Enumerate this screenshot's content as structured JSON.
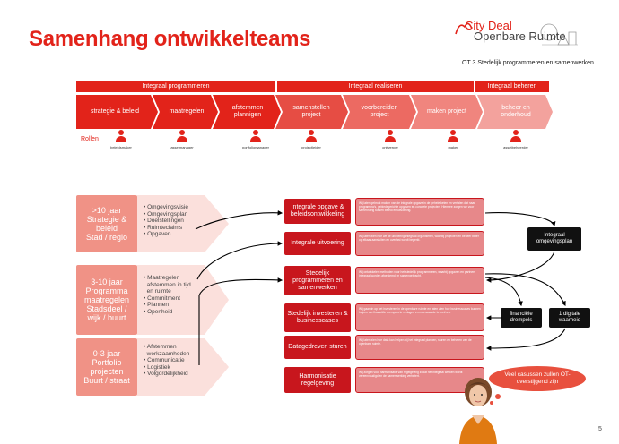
{
  "title": "Samenhang ontwikkelteams",
  "logo": {
    "line1": "City Deal",
    "line2": "Openbare Ruimte"
  },
  "subtitle": "OT 3 Stedelijk programmeren en samenwerken",
  "bands": [
    {
      "label": "Integraal programmeren"
    },
    {
      "label": "Integraal realiseren"
    },
    {
      "label": "Integraal beheren"
    }
  ],
  "phases": [
    {
      "label": "strategie & beleid"
    },
    {
      "label": "maatregelen"
    },
    {
      "label": "afstemmen plannigen"
    },
    {
      "label": "samenstellen project"
    },
    {
      "label": "voorbereiden project"
    },
    {
      "label": "maken project"
    },
    {
      "label": "beheer en onderhoud"
    }
  ],
  "roles_label": "Rollen",
  "roles": [
    {
      "label": "beleidsmaker"
    },
    {
      "label": "assetmanager"
    },
    {
      "label": "portfoliomanager"
    },
    {
      "label": "projectleider"
    },
    {
      "label": "ontwerper"
    },
    {
      "label": "maker"
    },
    {
      "label": "assetbeheerder"
    }
  ],
  "levels": [
    {
      "title": ">10 jaar",
      "lines": [
        "Strategie &",
        "beleid",
        "Stad / regio"
      ],
      "bullets": [
        "Omgevingsvisie",
        "Omgevingsplan",
        "Doelstellingen",
        "Ruimteclaims",
        "Opgaven"
      ]
    },
    {
      "title": "3-10 jaar",
      "lines": [
        "Programma",
        "maatregelen",
        "Stadsdeel /",
        "wijk / buurt"
      ],
      "bullets": [
        "Maatregelen",
        "afstemmen in tijd",
        "en ruimte",
        "Commitment",
        "Plannen",
        "Openheid"
      ]
    },
    {
      "title": "0-3 jaar",
      "lines": [
        "Portfolio",
        "projecten",
        "Buurt / straat"
      ],
      "bullets": [
        "Afstemmen",
        "werkzaamheden",
        "Communicatie",
        "Logistiek",
        "Volgordelijkheid"
      ]
    }
  ],
  "themes": [
    {
      "label": "Integrale opgave & beleidsontwikkeling",
      "desc": "Wij laten gebruik maken van de integrale opgave in de gehele keten en vertalen dat naar programma's, gebiedsgerichte opgaven en concrete projecten. Hiermee zorgen we voor samenhang tussen beleid en uitvoering."
    },
    {
      "label": "Integrale uitvoering",
      "desc": "Wij laten zien hoe we de uitvoering integraal organiseren, waarbij projecten en beheer beter op elkaar aansluiten en overlast wordt beperkt."
    },
    {
      "label": "Stedelijk programmeren en samenwerken",
      "desc": "Wij ontwikkelen methoden voor het stedelijk programmeren, waarbij opgaven en partners integraal worden afgestemd en samengebracht."
    },
    {
      "label": "Stedelijk investeren & businesscases",
      "desc": "Wij gaan in op het investeren in de openbare ruimte en laten zien hoe businesscases kunnen helpen om financiële drempels te verlagen en meerwaarde te creëren."
    },
    {
      "label": "Datagedreven sturen",
      "desc": "Wij laten zien hoe data kan helpen bij het integraal plannen, sturen en beheren van de openbare ruimte."
    },
    {
      "label": "Harmonisatie regelgeving",
      "desc": "Wij zorgen voor harmonisatie van regelgeving zodat het integraal werken wordt vereenvoudigd en de samenwerking verbetert."
    }
  ],
  "side_boxes": [
    {
      "label": "Integraal omgevingsplan"
    },
    {
      "label": "financiële drempels"
    },
    {
      "label": "1 digitale waarheid"
    }
  ],
  "bubble": "Veel casussen zullen OT-overstijgend zijn",
  "page_number": "5",
  "colors": {
    "brand_red": "#e2231a",
    "dark_red": "#c8161d",
    "light_red": "#f09286"
  }
}
